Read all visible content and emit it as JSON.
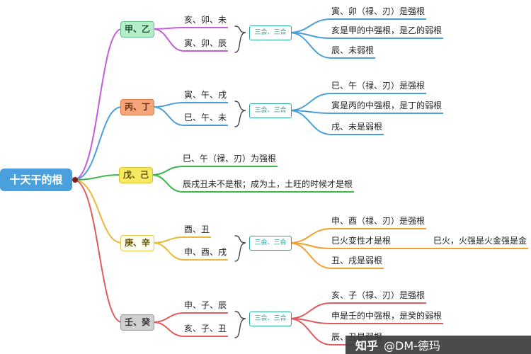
{
  "root": {
    "label": "十天干的根",
    "bg_color": "#4aa0dc"
  },
  "colors": {
    "branch1_line": "#c45fd8",
    "branch2_line": "#4a9fd8",
    "branch3_line": "#3cb54a",
    "branch4_line": "#e8b93a",
    "branch5_line": "#e05c5c",
    "result_blue": "#4a9fd8",
    "result_orange": "#f0a030",
    "result_red": "#e05c5c",
    "group_box": "#2aa89b"
  },
  "branches": [
    {
      "label": "甲、乙",
      "children": [
        "亥、卯、未",
        "寅、卯、辰"
      ],
      "group_label": "三会、三合",
      "results": [
        "寅、卯（禄、刃）是强根",
        "亥是甲的中强根，是乙的弱根",
        "辰、未弱根"
      ]
    },
    {
      "label": "丙、丁",
      "children": [
        "寅、午、戌",
        "巳、午、未"
      ],
      "group_label": "三会、三合",
      "results": [
        "巳、午（禄、刃）是强根",
        "寅是丙的中强根，是丁的弱根",
        "戌、未是弱根"
      ]
    },
    {
      "label": "戊、己",
      "children": [
        "巳、午（禄、刃）为强根",
        "辰戌丑未不是根；成为土，土旺的时候才是根"
      ]
    },
    {
      "label": "庚、辛",
      "children": [
        "酉、丑",
        "申、酉、戌"
      ],
      "group_label": "三会、三合",
      "results": [
        "申、酉（禄、刃）是强根",
        "巳火变性才是根",
        "丑、戌是弱根"
      ],
      "extra": "巳火，火强是火金强是金"
    },
    {
      "label": "壬、癸",
      "children": [
        "申、子、辰",
        "亥、子、丑"
      ],
      "group_label": "三会、三合",
      "results": [
        "亥、子（禄、刃）是强根",
        "申是壬的中强根，是癸的弱根",
        "辰、丑是弱根"
      ]
    }
  ],
  "watermark": {
    "brand": "知乎",
    "author": "@DM-德玛"
  }
}
